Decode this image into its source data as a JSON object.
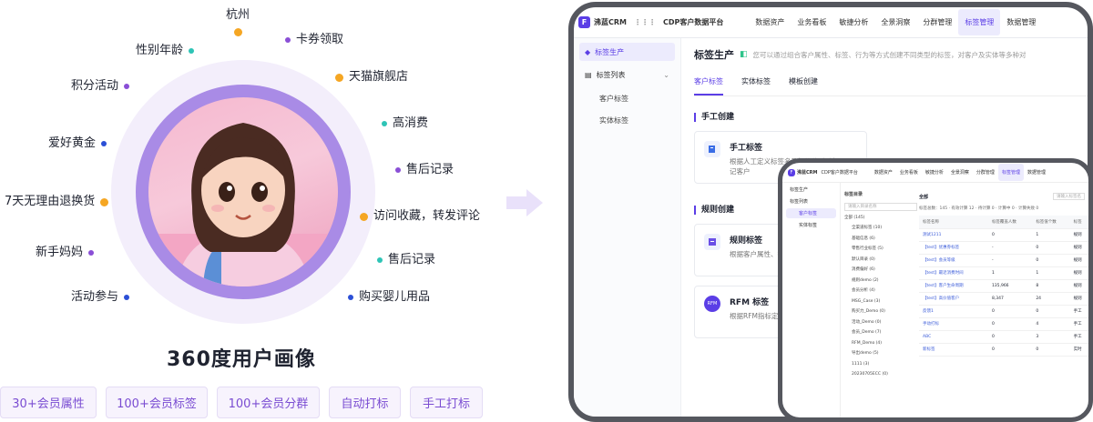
{
  "portrait": {
    "title": "360度用户画像",
    "tags": [
      {
        "label": "杭州",
        "dot": "orange"
      },
      {
        "label": "卡券领取",
        "dot": "purple"
      },
      {
        "label": "性别年龄",
        "dot": "teal"
      },
      {
        "label": "天猫旗舰店",
        "dot": "orange"
      },
      {
        "label": "积分活动",
        "dot": "purple"
      },
      {
        "label": "高消费",
        "dot": "teal"
      },
      {
        "label": "爱好黄金",
        "dot": "blue"
      },
      {
        "label": "售后记录",
        "dot": "purple"
      },
      {
        "label": "7天无理由退换货",
        "dot": "orange"
      },
      {
        "label": "访问收藏，转发评论",
        "dot": "orange"
      },
      {
        "label": "新手妈妈",
        "dot": "purple"
      },
      {
        "label": "售后记录",
        "dot": "teal"
      },
      {
        "label": "活动参与",
        "dot": "blue"
      },
      {
        "label": "购买婴儿用品",
        "dot": "blue"
      }
    ],
    "chips": [
      "30+会员属性",
      "100+会员标签",
      "100+会员分群",
      "自动打标",
      "手工打标"
    ],
    "colors": {
      "orange": "#f5a623",
      "teal": "#2ec4b6",
      "purple": "#8a4fd6",
      "blue": "#2b4fd6",
      "accent": "#5b3ee6"
    }
  },
  "app": {
    "logo": "沸蓝CRM",
    "product": "CDP客户数据平台",
    "nav": [
      "数据资产",
      "业务看板",
      "敏捷分析",
      "全景洞察",
      "分群管理",
      "标签管理",
      "数据管理"
    ],
    "nav_active": "标签管理",
    "sidebar": {
      "items": [
        {
          "label": "标签生产",
          "active": true
        },
        {
          "label": "标签列表",
          "active": false
        }
      ],
      "subitems": [
        "客户标签",
        "实体标签"
      ]
    },
    "page": {
      "title": "标签生产",
      "hint": "您可以通过组合客户属性、标签、行为等方式创建不同类型的标签，对客户及实体等多种对",
      "tabs": [
        "客户标签",
        "实体标签",
        "模板创建"
      ],
      "sections": [
        {
          "title": "手工创建",
          "cards": [
            {
              "title": "手工标签",
              "desc": "根据人工定义标签名及标签值手动标记客户"
            }
          ]
        },
        {
          "title": "规则创建",
          "cards": [
            {
              "title": "规则标签",
              "desc": "根据客户属性、行为等条件标记客户"
            },
            {
              "title": "RFM 标签",
              "desc": "根据RFM指标定义标记客户",
              "icon_text": "RFM"
            }
          ]
        }
      ]
    }
  },
  "app_small": {
    "logo": "沸蓝CRM",
    "product": "CDP客户数据平台",
    "nav": [
      "数据资产",
      "业务看板",
      "敏捷分析",
      "全景洞察",
      "分群管理",
      "标签管理",
      "数据管理"
    ],
    "sidebar": [
      "标签生产",
      "标签列表",
      "客户标签",
      "实体标签"
    ],
    "tree_title": "标签目录",
    "tree_search": "请输入目录名称",
    "tree": [
      "全部 (145)",
      "全渠道标签 (10)",
      "基础信息 (6)",
      "零售行业标签 (5)",
      "默认目录 (0)",
      "消费偏好 (6)",
      "规则demo (2)",
      "会员分析 (4)",
      "MSG_Case (3)",
      "购买力_Demo (0)",
      "活动_Demo (0)",
      "会员_Demo (7)",
      "RFM_Demo (4)",
      "导出demo (5)",
      "1111 (3)",
      "20230705ECC (0)"
    ],
    "main_title": "全部",
    "search_placeholder": "请输入标签名",
    "stats": "标签总数：145 · 有效计算 12 · 待计算 0 · 计算中 0 · 计算失败 0",
    "columns": [
      "标签名称",
      "标签覆盖人数",
      "标签值个数",
      "标签"
    ],
    "rows": [
      [
        "测试1211",
        "0",
        "1",
        "规则"
      ],
      [
        "【test】优惠券标签",
        "-",
        "0",
        "规则"
      ],
      [
        "【test】会员等级",
        "-",
        "0",
        "规则"
      ],
      [
        "【test】最近消费时间",
        "1",
        "1",
        "规则"
      ],
      [
        "【test】客户生命周期",
        "135,966",
        "8",
        "规则"
      ],
      [
        "【test】高价值客户",
        "8,347",
        "24",
        "规则"
      ],
      [
        "反馈1",
        "0",
        "0",
        "手工"
      ],
      [
        "手动打标",
        "0",
        "4",
        "手工"
      ],
      [
        "ABC",
        "0",
        "3",
        "手工"
      ],
      [
        "新标签",
        "0",
        "0",
        "实时"
      ]
    ]
  }
}
